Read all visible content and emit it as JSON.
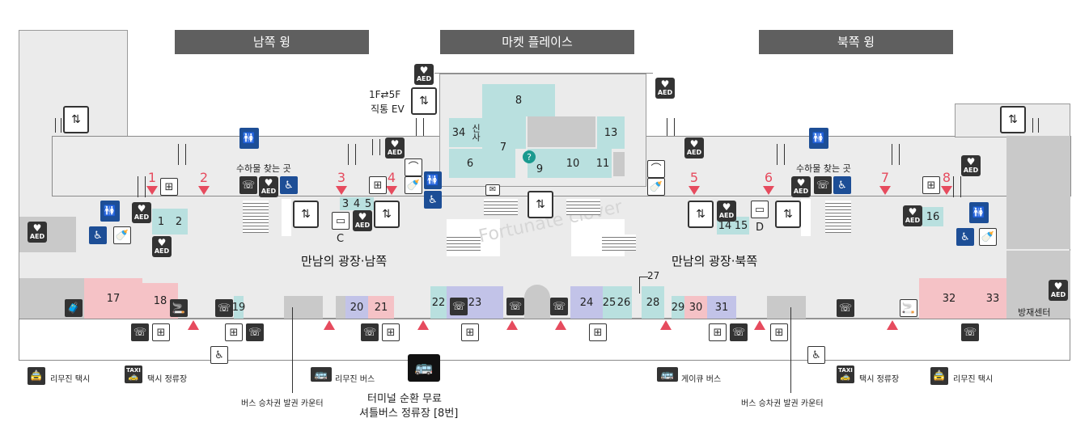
{
  "zones": {
    "south_wing": "남쪽 윙",
    "marketplace": "마켓 플레이스",
    "north_wing": "북쪽 윙"
  },
  "plazas": {
    "south": "만남의 광장·남쪽",
    "north": "만남의 광장·북쪽"
  },
  "direct_ev": {
    "floors": "1F⇄5F",
    "label": "직통 EV"
  },
  "baggage_found": {
    "left": "수하물 찾는 곳",
    "right": "수하물 찾는 곳"
  },
  "gates": [
    "1",
    "2",
    "3",
    "4",
    "5",
    "6",
    "7",
    "8"
  ],
  "shops": {
    "s1": "1",
    "s2": "2",
    "s3": "3",
    "s4": "4",
    "s5": "5",
    "s6": "6",
    "s7": "7",
    "s8": "8",
    "s9": "9",
    "s10": "10",
    "s11": "11",
    "s13": "13",
    "s14": "14",
    "s15": "15",
    "s16": "16",
    "s17": "17",
    "s18": "18",
    "s19": "19",
    "s20": "20",
    "s21": "21",
    "s22": "22",
    "s23": "23",
    "s24": "24",
    "s25": "25",
    "s26": "26",
    "s27": "27",
    "s28": "28",
    "s29": "29",
    "s30": "30",
    "s31": "31",
    "s32": "32",
    "s33": "33",
    "s34": "34",
    "sinsa": "신사",
    "c": "C",
    "d": "D"
  },
  "watermark": "Fortunate clover",
  "disaster_center": "방재센터",
  "transport": {
    "limo_taxi_left": "리무진 택시",
    "taxi_left": "택시 정류장",
    "limo_bus": "리무진 버스",
    "shuttle_line1": "터미널 순환 무료",
    "shuttle_line2": "셔틀버스 정류장 [8번]",
    "gakyu_bus": "게이큐 버스",
    "taxi_right": "택시 정류장",
    "limo_taxi_right": "리무진 택시",
    "bus_ticket_left": "버스 승차권 발권 카운터",
    "bus_ticket_right": "버스 승차권 발권 카운터"
  },
  "icon_text": {
    "aed": "AED",
    "taxi": "TAXI"
  },
  "colors": {
    "teal": "#b9e0df",
    "pink": "#f5c2c6",
    "lavender": "#c2c3e8",
    "gate": "#e64b5e",
    "header": "#5f5f5f",
    "toilet": "#1d4e96"
  }
}
